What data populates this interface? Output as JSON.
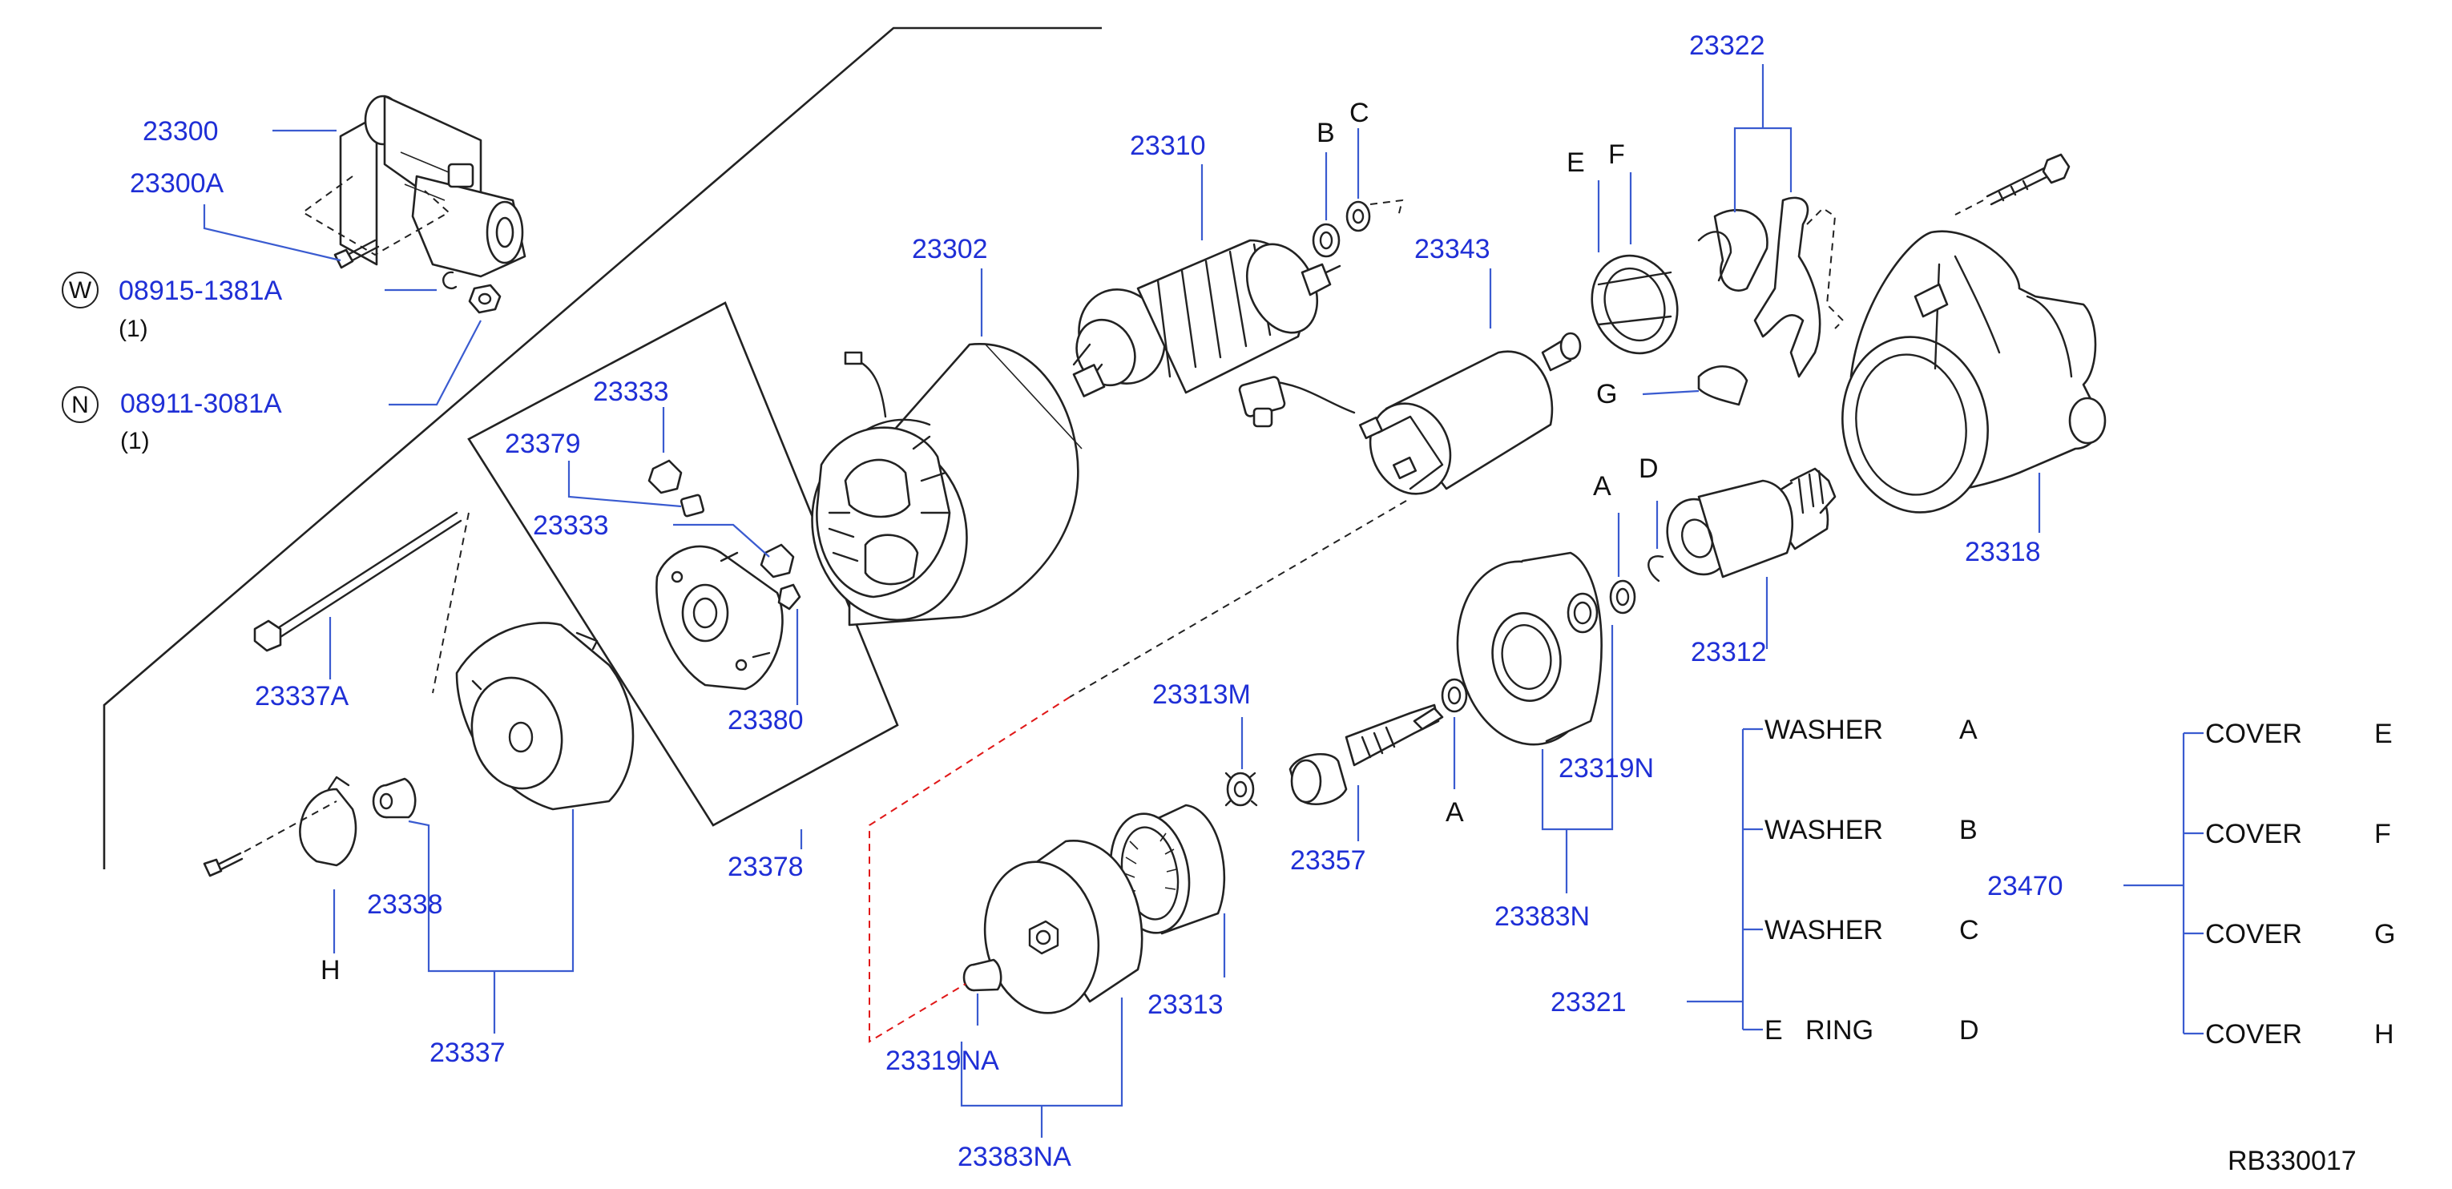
{
  "labels": {
    "p23300": "23300",
    "p23300A": "23300A",
    "w_symbol": "W",
    "w_part": "08915-1381A",
    "w_qty": "(1)",
    "n_symbol": "N",
    "n_part": "08911-3081A",
    "n_qty": "(1)",
    "p23302": "23302",
    "p23310": "23310",
    "B": "B",
    "C": "C",
    "p23343": "23343",
    "E": "E",
    "F": "F",
    "p23322": "23322",
    "G": "G",
    "p23318": "23318",
    "A_top": "A",
    "D": "D",
    "p23312": "23312",
    "p23333_a": "23333",
    "p23379": "23379",
    "p23333_b": "23333",
    "p23380": "23380",
    "p23378": "23378",
    "p23337A": "23337A",
    "p23338": "23338",
    "H": "H",
    "p23337": "23337",
    "p23313M": "23313M",
    "p23357": "23357",
    "A_mid": "A",
    "p23319N": "23319N",
    "p23383N": "23383N",
    "p23313": "23313",
    "p23319NA": "23319NA",
    "p23383NA": "23383NA",
    "p23321": "23321",
    "p23470": "23470",
    "ref_code": "RB330017"
  },
  "legend_washers": [
    {
      "name": "WASHER",
      "code": "A"
    },
    {
      "name": "WASHER",
      "code": "B"
    },
    {
      "name": "WASHER",
      "code": "C"
    },
    {
      "name": "E   RING",
      "code": "D"
    }
  ],
  "legend_covers": [
    {
      "name": "COVER",
      "code": "E"
    },
    {
      "name": "COVER",
      "code": "F"
    },
    {
      "name": "COVER",
      "code": "G"
    },
    {
      "name": "COVER",
      "code": "H"
    }
  ],
  "colors": {
    "part_number": "#1f2fd6",
    "leader_line": "#3a5bd0",
    "ink": "#222222",
    "red_dash": "#e01818"
  }
}
